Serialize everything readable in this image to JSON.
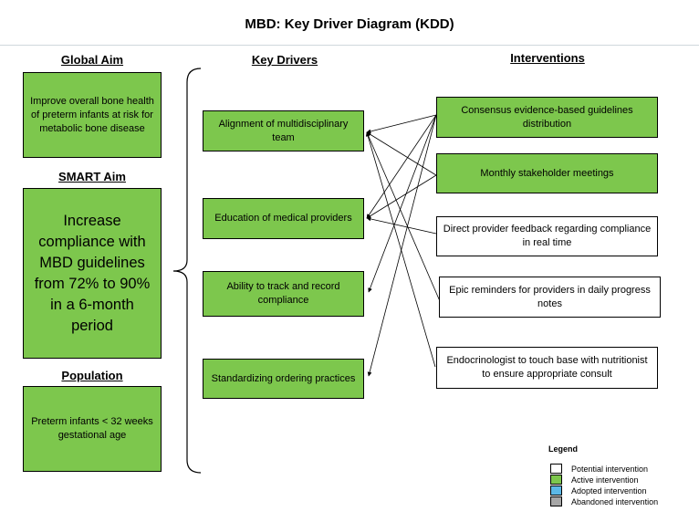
{
  "title": "MBD: Key Driver Diagram (KDD)",
  "headings": {
    "global_aim": "Global Aim",
    "smart_aim": "SMART Aim",
    "population": "Population",
    "key_drivers": "Key Drivers",
    "interventions": "Interventions"
  },
  "global_aim": "Improve overall bone health of preterm infants at risk for metabolic bone disease",
  "smart_aim": "Increase compliance with MBD guidelines from 72% to 90% in a 6-month period",
  "population": "Preterm infants < 32 weeks gestational age",
  "key_drivers": [
    "Alignment of multidisciplinary team",
    "Education of medical providers",
    "Ability to track and record compliance",
    "Standardizing ordering practices"
  ],
  "interventions": [
    {
      "label": "Consensus evidence-based guidelines distribution",
      "status": "active"
    },
    {
      "label": "Monthly stakeholder meetings",
      "status": "active"
    },
    {
      "label": "Direct provider feedback regarding compliance in real time",
      "status": "potential"
    },
    {
      "label": "Epic reminders for providers in daily progress notes",
      "status": "potential"
    },
    {
      "label": "Endocrinologist to touch base with nutritionist to ensure appropriate consult",
      "status": "potential"
    }
  ],
  "links": [
    {
      "from": 0,
      "to": 0
    },
    {
      "from": 0,
      "to": 1
    },
    {
      "from": 0,
      "to": 2
    },
    {
      "from": 0,
      "to": 3
    },
    {
      "from": 1,
      "to": 0
    },
    {
      "from": 1,
      "to": 1
    },
    {
      "from": 2,
      "to": 1
    },
    {
      "from": 3,
      "to": 0
    },
    {
      "from": 4,
      "to": 0
    }
  ],
  "legend": {
    "title": "Legend",
    "items": [
      {
        "label": "Potential intervention",
        "color": "#ffffff"
      },
      {
        "label": "Active intervention",
        "color": "#7dc74d"
      },
      {
        "label": "Adopted intervention",
        "color": "#5cb8e6"
      },
      {
        "label": "Abandoned intervention",
        "color": "#a6a6a6"
      }
    ]
  },
  "colors": {
    "active": "#7dc74d",
    "potential": "#ffffff"
  }
}
